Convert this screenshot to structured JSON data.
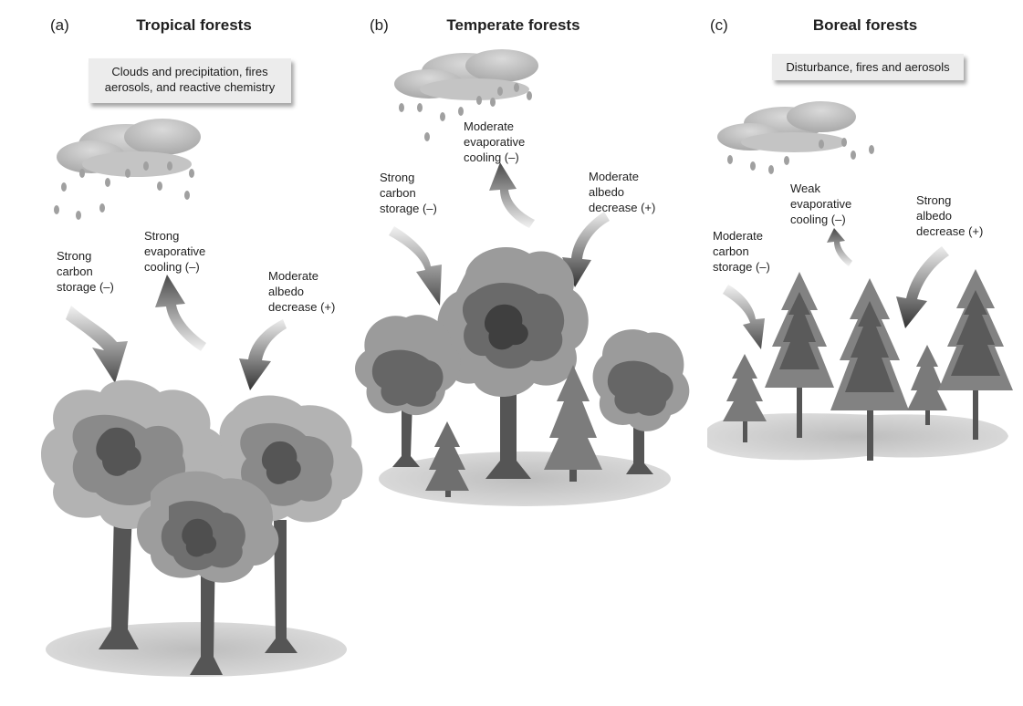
{
  "panels": [
    {
      "letter": "(a)",
      "title": "Tropical forests",
      "box": "Clouds and precipitation, fires\naerosols, and reactive chemistry",
      "labels": {
        "carbon": "Strong\ncarbon\nstorage (–)",
        "evaporative": "Strong\nevaporative\ncooling (–)",
        "albedo": "Moderate\nalbedo\ndecrease (+)"
      }
    },
    {
      "letter": "(b)",
      "title": "Temperate forests",
      "labels": {
        "carbon": "Strong\ncarbon\nstorage (–)",
        "evaporative": "Moderate\nevaporative\ncooling (–)",
        "albedo": "Moderate\nalbedo\ndecrease (+)"
      }
    },
    {
      "letter": "(c)",
      "title": "Boreal forests",
      "box": "Disturbance, fires and aerosols",
      "labels": {
        "carbon": "Moderate\ncarbon\nstorage (–)",
        "evaporative": "Weak\nevaporative\ncooling (–)",
        "albedo": "Strong\nalbedo\ndecrease (+)"
      }
    }
  ],
  "colors": {
    "cloud": "#b8b8b8",
    "arrow_dark": "#4a4a4a",
    "arrow_light": "#ebebeb",
    "ground": "#d2d2d2",
    "trunk": "#555555",
    "canopy_light": "#b4b4b4",
    "canopy_mid": "#8a8a8a",
    "canopy_dark": "#4f4f4f"
  }
}
